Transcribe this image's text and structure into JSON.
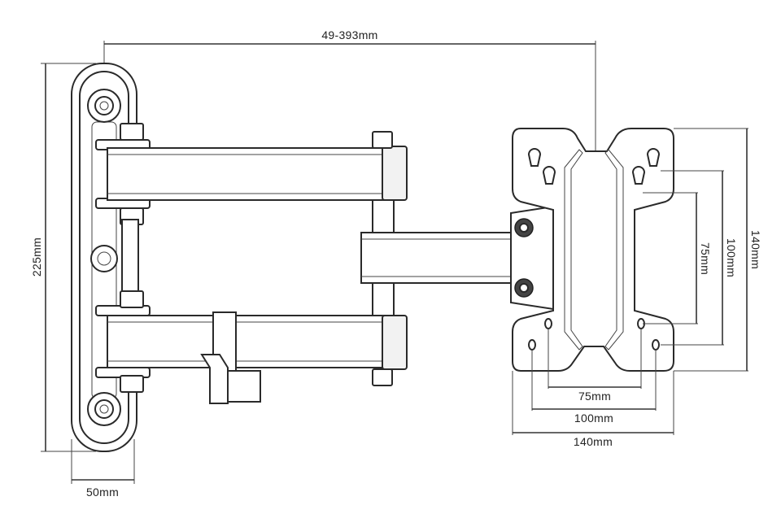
{
  "dimensions": {
    "extension": "49-393mm",
    "wall_height": "225mm",
    "wall_width": "50mm",
    "vesa_h_75": "75mm",
    "vesa_h_100": "100mm",
    "vesa_h_140": "140mm",
    "vesa_v_75": "75mm",
    "vesa_v_100": "100mm",
    "vesa_v_140": "140mm"
  },
  "colors": {
    "line": "#333333",
    "background": "#ffffff"
  }
}
